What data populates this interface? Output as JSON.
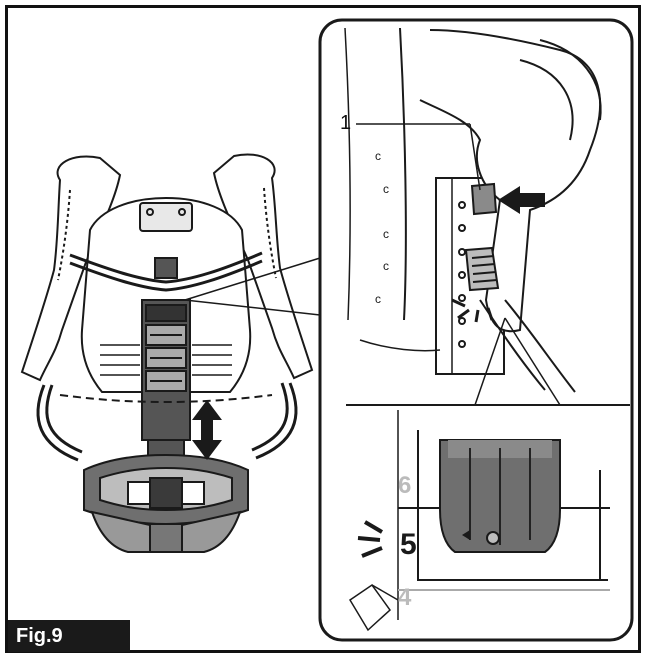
{
  "figure": {
    "label": "Fig.9",
    "callout_number": "1",
    "scale_numbers": {
      "upper": "6",
      "current": "5",
      "lower": "4"
    }
  },
  "colors": {
    "line": "#1a1a1a",
    "fill_dark": "#3a3a3a",
    "fill_mid": "#6f6f6f",
    "fill_light": "#bdbdbd",
    "faded_number": "#bbbbbb"
  }
}
